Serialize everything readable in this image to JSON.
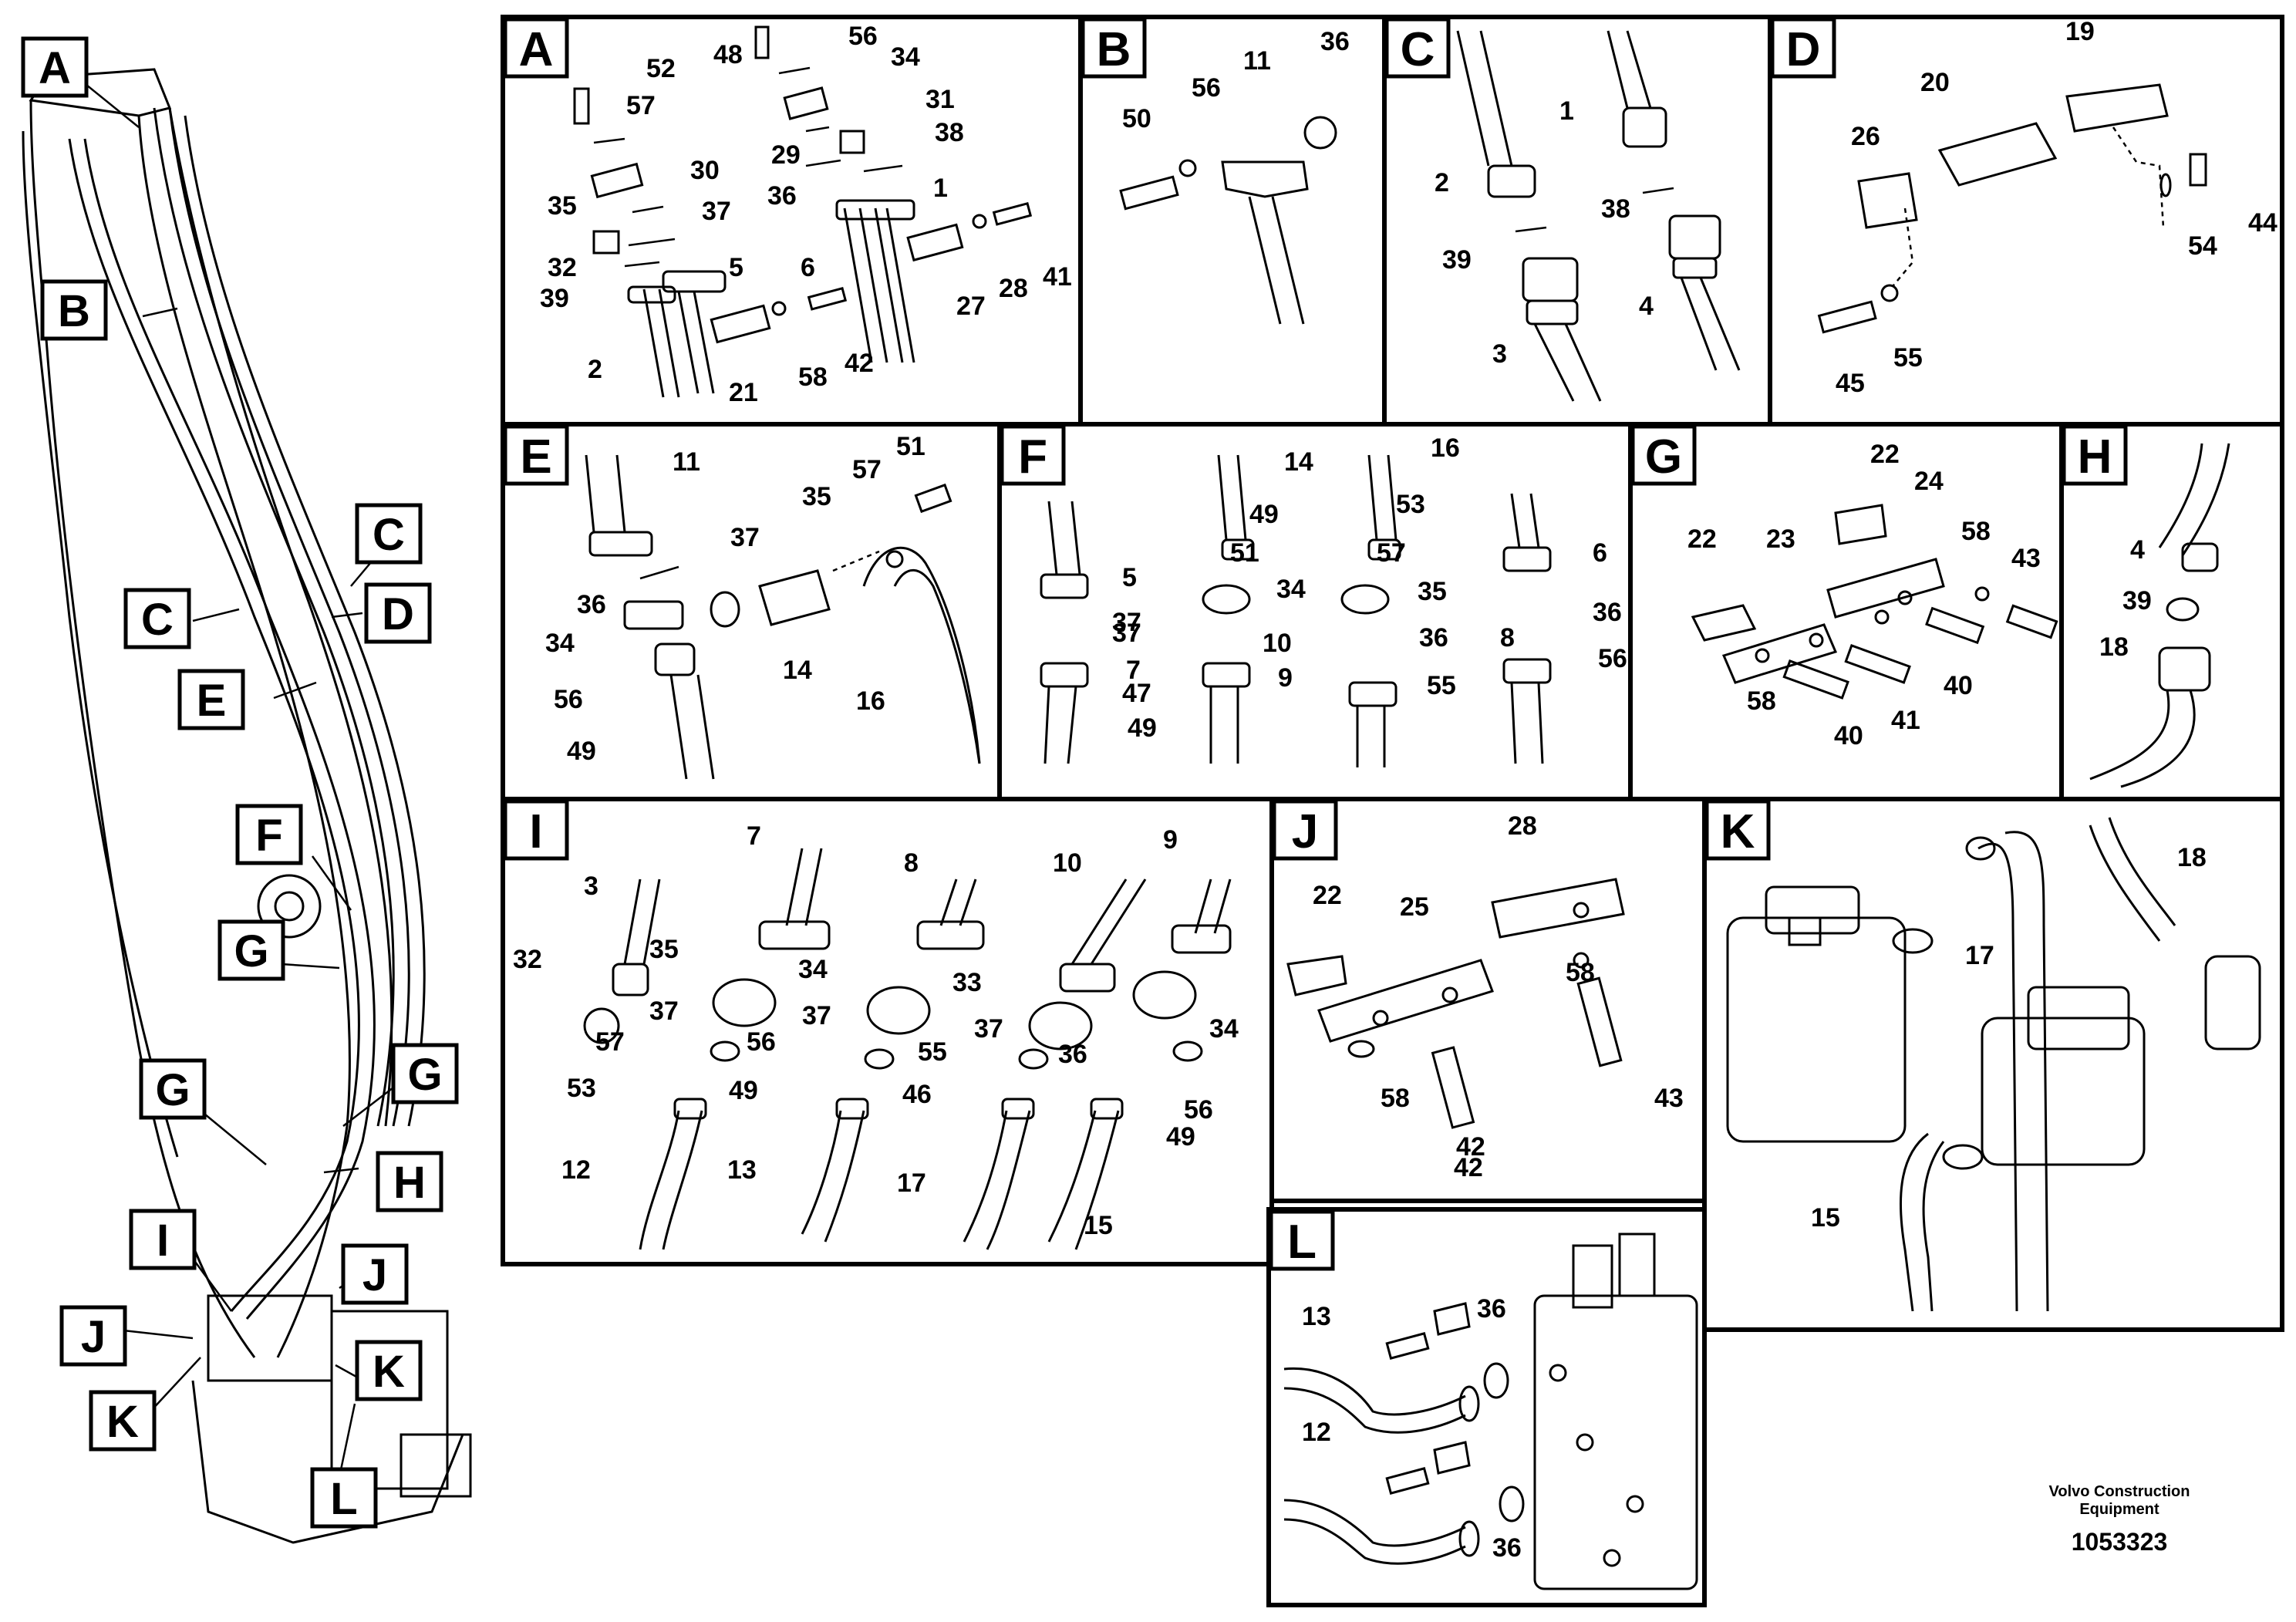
{
  "footer": {
    "company": "Volvo Construction",
    "company_line2": "Equipment",
    "drawing_number": "1053323"
  },
  "overview_callouts": [
    "A",
    "B",
    "C",
    "C",
    "D",
    "E",
    "F",
    "G",
    "G",
    "G",
    "H",
    "I",
    "J",
    "J",
    "K",
    "K",
    "L"
  ],
  "panels": [
    {
      "id": "A",
      "labels": [
        "52",
        "57",
        "48",
        "56",
        "34",
        "31",
        "35",
        "30",
        "29",
        "38",
        "37",
        "36",
        "1",
        "32",
        "39",
        "5",
        "6",
        "27",
        "28",
        "41",
        "2",
        "21",
        "58",
        "42"
      ]
    },
    {
      "id": "B",
      "labels": [
        "11",
        "36",
        "50",
        "56"
      ]
    },
    {
      "id": "C",
      "labels": [
        "1",
        "2",
        "38",
        "39",
        "4",
        "3"
      ]
    },
    {
      "id": "D",
      "labels": [
        "19",
        "20",
        "26",
        "44",
        "54",
        "45",
        "55"
      ]
    },
    {
      "id": "E",
      "labels": [
        "11",
        "51",
        "57",
        "35",
        "37",
        "36",
        "34",
        "56",
        "14",
        "16",
        "49"
      ]
    },
    {
      "id": "F",
      "labels": [
        "14",
        "16",
        "49",
        "53",
        "51",
        "57",
        "5",
        "6",
        "34",
        "35",
        "37",
        "36",
        "37",
        "36",
        "10",
        "8",
        "7",
        "9",
        "55",
        "56",
        "47",
        "49"
      ]
    },
    {
      "id": "G",
      "labels": [
        "22",
        "24",
        "22",
        "23",
        "58",
        "43",
        "40",
        "58",
        "41",
        "40"
      ]
    },
    {
      "id": "H",
      "labels": [
        "4",
        "39",
        "18"
      ]
    },
    {
      "id": "I",
      "labels": [
        "7",
        "8",
        "10",
        "9",
        "3",
        "35",
        "34",
        "33",
        "32",
        "34",
        "37",
        "37",
        "37",
        "36",
        "57",
        "56",
        "55",
        "56",
        "53",
        "49",
        "46",
        "49",
        "12",
        "13",
        "17",
        "15"
      ]
    },
    {
      "id": "J",
      "labels": [
        "28",
        "22",
        "25",
        "58",
        "58",
        "42",
        "43",
        "42"
      ]
    },
    {
      "id": "K",
      "labels": [
        "18",
        "17",
        "15"
      ]
    },
    {
      "id": "L",
      "labels": [
        "13",
        "36",
        "12",
        "36"
      ]
    }
  ]
}
